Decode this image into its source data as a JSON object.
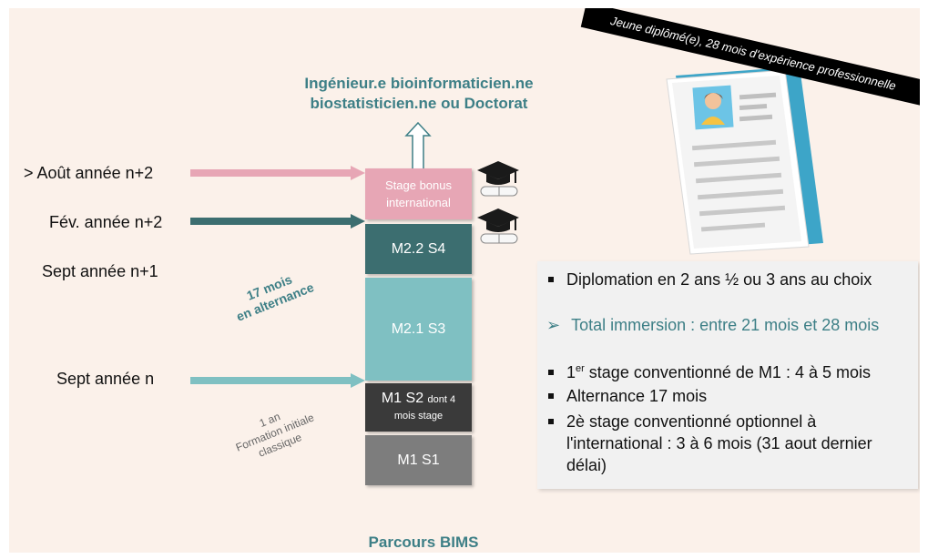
{
  "title_top_line1": "Ingénieur.e bioinformaticien.ne",
  "title_top_line2": "biostatisticien.ne  ou Doctorat",
  "left_labels": {
    "aout": "> Août  année n+2",
    "fev": "Fév. année n+2",
    "sept_n1": "Sept année n+1",
    "sept_n": "Sept année n"
  },
  "blocks": {
    "stage_bonus": "Stage bonus international",
    "m22": "M2.2 S4",
    "m21": "M2.1 S3",
    "m1s2_main": "M1 S2",
    "m1s2_small": "dont 4",
    "m1s2_small2": "mois stage",
    "m1s1": "M1 S1"
  },
  "alternance_label_1": "17 mois",
  "alternance_label_2": "en alternance",
  "formation_label_1": "1 an",
  "formation_label_2": "Formation initiale",
  "formation_label_3": "classique",
  "banner": "Jeune diplômé(e), 28 mois d'expérience professionnelle",
  "bullets": {
    "b1": "Diplomation en 2 ans ½ ou 3 ans au choix",
    "b2": "Total immersion : entre 21 mois et 28 mois",
    "b3_pre": "1",
    "b3_sup": "er",
    "b3_post": " stage conventionné de M1 : 4 à 5 mois",
    "b4": "Alternance 17 mois",
    "b5_l1": "2è stage conventionné optionnel à",
    "b5_l2": "l'international : 3 à 6 mois (31 aout dernier",
    "b5_l3": "délai)"
  },
  "footer": "Parcours BIMS",
  "colors": {
    "pink": "#e7a6b5",
    "dark_teal": "#3c6e70",
    "light_teal": "#7fc0c2",
    "dark_gray": "#3a3a3a",
    "gray": "#7d7d7d",
    "teal_text": "#3d7f86",
    "cv_frame": "#3da5c8"
  }
}
